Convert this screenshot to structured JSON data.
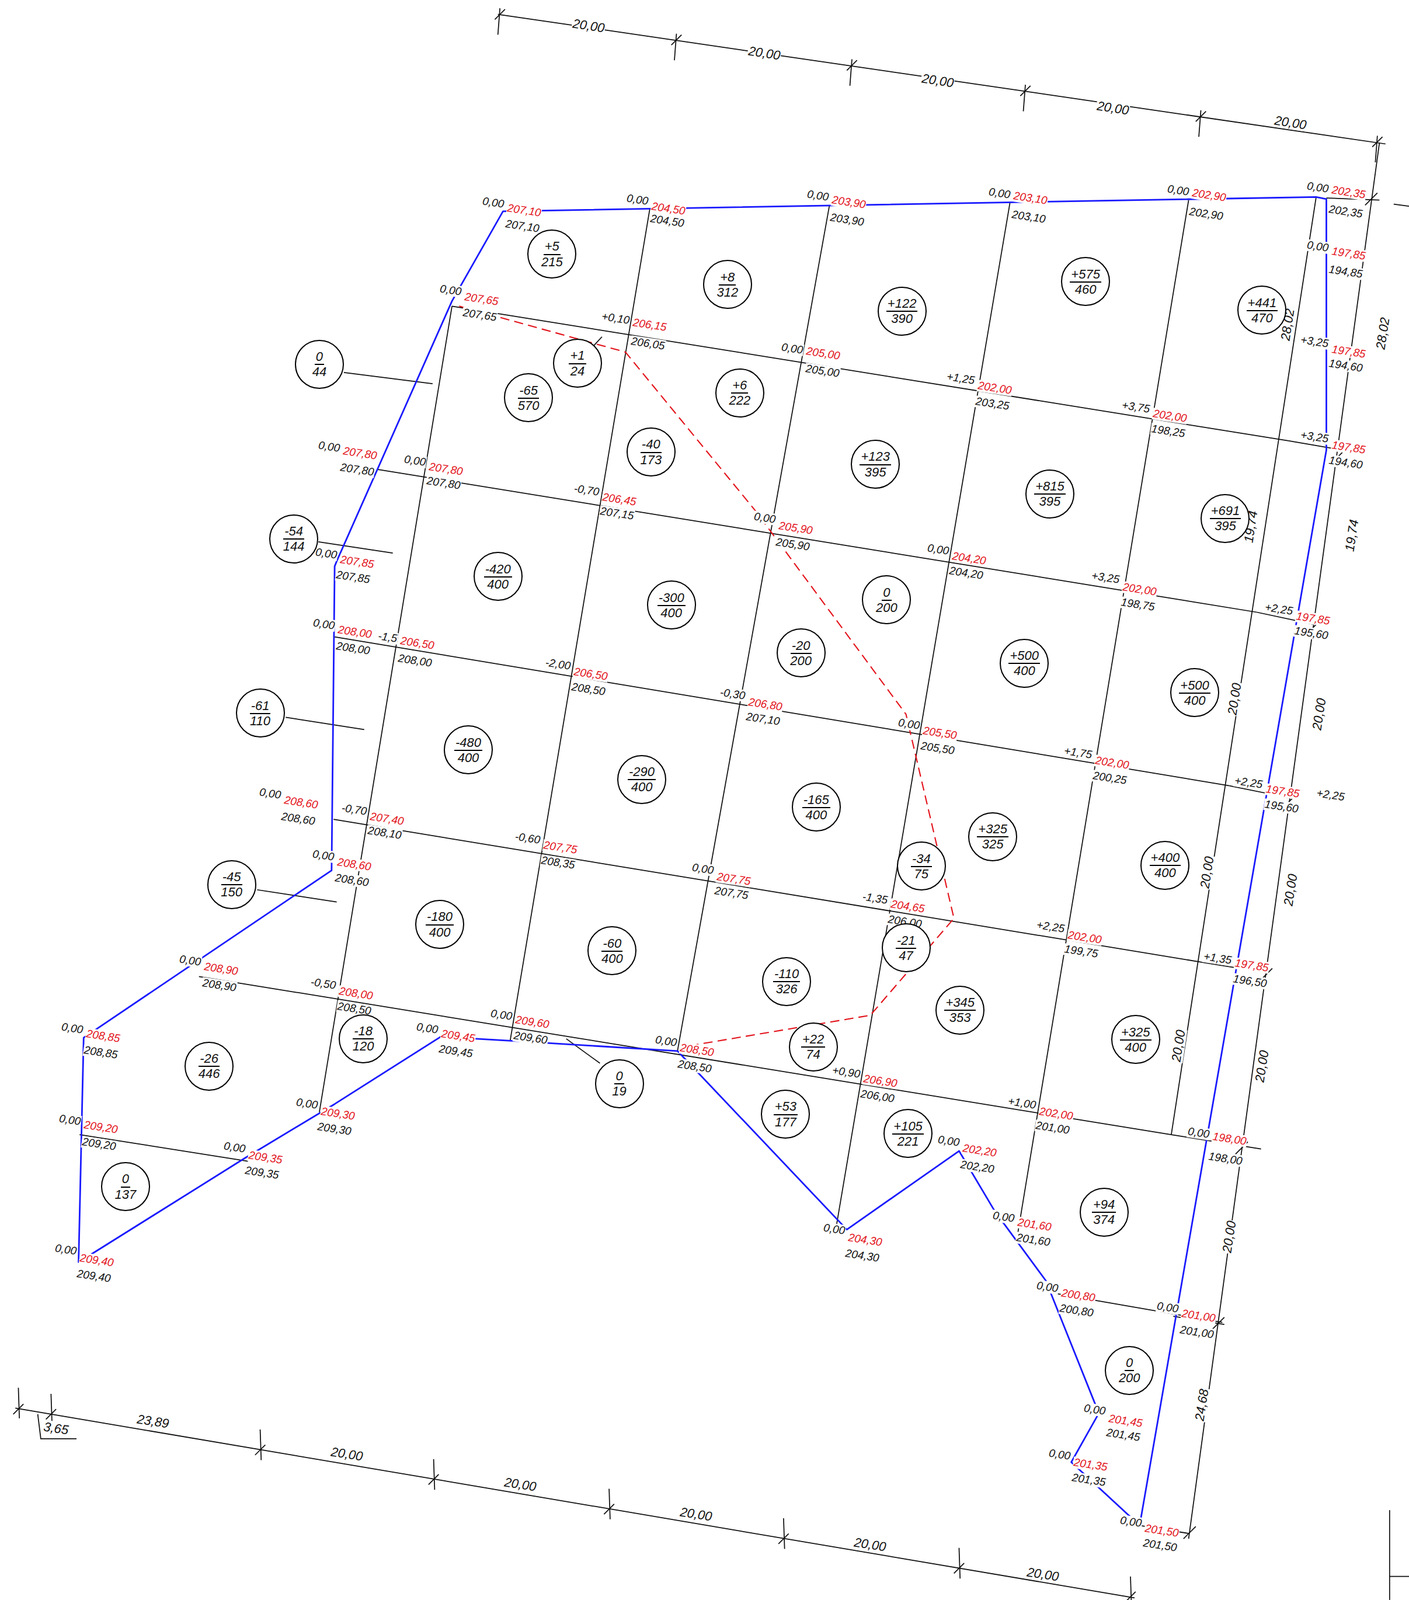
{
  "diagram": {
    "nodes": [
      {
        "text": [
          "+5",
          "215"
        ]
      },
      {
        "text": [
          "+8",
          "312"
        ]
      },
      {
        "text": [
          "+122",
          "390"
        ]
      },
      {
        "text": [
          "+575",
          "460"
        ]
      },
      {
        "text": [
          "+441",
          "470"
        ]
      },
      {
        "text": [
          "0",
          "44"
        ]
      },
      {
        "text": [
          "+1",
          "24"
        ]
      },
      {
        "text": [
          "-65",
          "570"
        ]
      },
      {
        "text": [
          "+6",
          "222"
        ]
      },
      {
        "text": [
          "-40",
          "173"
        ]
      },
      {
        "text": [
          "+123",
          "395"
        ]
      },
      {
        "text": [
          "+815",
          "395"
        ]
      },
      {
        "text": [
          "+691",
          "395"
        ]
      },
      {
        "text": [
          "-54",
          "144"
        ]
      },
      {
        "text": [
          "-420",
          "400"
        ]
      },
      {
        "text": [
          "-300",
          "400"
        ]
      },
      {
        "text": [
          "0",
          "200"
        ]
      },
      {
        "text": [
          "-20",
          "200"
        ]
      },
      {
        "text": [
          "+500",
          "400"
        ]
      },
      {
        "text": [
          "+500",
          "400"
        ]
      },
      {
        "text": [
          "-61",
          "110"
        ]
      },
      {
        "text": [
          "-480",
          "400"
        ]
      },
      {
        "text": [
          "-290",
          "400"
        ]
      },
      {
        "text": [
          "-165",
          "400"
        ]
      },
      {
        "text": [
          "+325",
          "325"
        ]
      },
      {
        "text": [
          "+400",
          "400"
        ]
      },
      {
        "text": [
          "-34",
          "75"
        ]
      },
      {
        "text": [
          "-45",
          "150"
        ]
      },
      {
        "text": [
          "-180",
          "400"
        ]
      },
      {
        "text": [
          "-60",
          "400"
        ]
      },
      {
        "text": [
          "-110",
          "326"
        ]
      },
      {
        "text": [
          "-21",
          "47"
        ]
      },
      {
        "text": [
          "+345",
          "353"
        ]
      },
      {
        "text": [
          "+325",
          "400"
        ]
      },
      {
        "text": [
          "-18",
          "120"
        ]
      },
      {
        "text": [
          "-26",
          "446"
        ]
      },
      {
        "text": [
          "+22",
          "74"
        ]
      },
      {
        "text": [
          "0",
          "19"
        ]
      },
      {
        "text": [
          "+53",
          "177"
        ]
      },
      {
        "text": [
          "+105",
          "221"
        ]
      },
      {
        "text": [
          "+94",
          "374"
        ]
      },
      {
        "text": [
          "0",
          "137"
        ]
      },
      {
        "text": [
          "0",
          "200"
        ]
      }
    ],
    "labels": [
      "0,00",
      "207,10",
      "207,10",
      "0,00",
      "204,50",
      "204,50",
      "0,00",
      "203,90",
      "203,90",
      "0,00",
      "203,10",
      "203,10",
      "0,00",
      "202,90",
      "202,90",
      "0,00",
      "202,35",
      "202,35",
      "0,00",
      "197,85",
      "194,85",
      "+3,25",
      "197,85",
      "194,60",
      "+3,25",
      "197,85",
      "194,60",
      "0,00",
      "207,65",
      "207,65",
      "+0,10",
      "206,15",
      "206,05",
      "0,00",
      "205,00",
      "205,00",
      "+1,25",
      "202,00",
      "203,25",
      "+3,75",
      "202,00",
      "198,25",
      "0,00",
      "207,80",
      "207,80",
      "0,00",
      "207,80",
      "207,80",
      "-0,70",
      "206,45",
      "207,15",
      "0,00",
      "205,90",
      "205,90",
      "0,00",
      "204,20",
      "204,20",
      "+3,25",
      "202,00",
      "198,75",
      "+2,25",
      "197,85",
      "195,60",
      "0,00",
      "207,85",
      "207,85",
      "0,00",
      "208,00",
      "208,00",
      "-1,5",
      "206,50",
      "208,00",
      "-2,00",
      "206,50",
      "208,50",
      "-0,30",
      "206,80",
      "207,10",
      "0,00",
      "205,50",
      "205,50",
      "+1,75",
      "202,00",
      "200,25",
      "+2,25",
      "197,85",
      "195,60",
      "0,00",
      "208,60",
      "208,60",
      "-0,70",
      "207,40",
      "208,10",
      "-0,60",
      "207,75",
      "208,35",
      "0,00",
      "207,75",
      "207,75",
      "-1,35",
      "204,65",
      "206,00",
      "+2,25",
      "202,00",
      "199,75",
      "+1,35",
      "197,85",
      "196,50",
      "0,00",
      "208,60",
      "208,60",
      "0,00",
      "208,90",
      "208,90",
      "-0,50",
      "208,00",
      "208,50",
      "0,00",
      "209,60",
      "209,60",
      "0,00",
      "208,50",
      "208,50",
      "+0,90",
      "206,90",
      "206,00",
      "+1,00",
      "202,00",
      "201,00",
      "0,00",
      "198,00",
      "198,00",
      "0,00",
      "209,45",
      "209,45",
      "0,00",
      "208,85",
      "208,85",
      "0,00",
      "209,20",
      "209,20",
      "0,00",
      "209,30",
      "209,30",
      "0,00",
      "209,35",
      "209,35",
      "0,00",
      "209,40",
      "209,40",
      "0,00",
      "204,30",
      "204,30",
      "0,00",
      "202,20",
      "202,20",
      "0,00",
      "201,60",
      "201,60",
      "0,00",
      "200,80",
      "200,80",
      "0,00",
      "201,00",
      "201,00",
      "0,00",
      "201,45",
      "201,45",
      "0,00",
      "201,35",
      "201,35",
      "0,00",
      "201,50",
      "201,50",
      "+2,25",
      "20,00",
      "20,00",
      "20,00",
      "20,00",
      "20,00",
      "28,02",
      "28,02",
      "19,74",
      "19,74",
      "20,00",
      "20,00",
      "20,00",
      "20,00",
      "20,00",
      "20,00",
      "20,00",
      "24,68",
      "3,65",
      "23,89",
      "20,00",
      "20,00",
      "20,00",
      "20,00",
      "20,00"
    ]
  }
}
